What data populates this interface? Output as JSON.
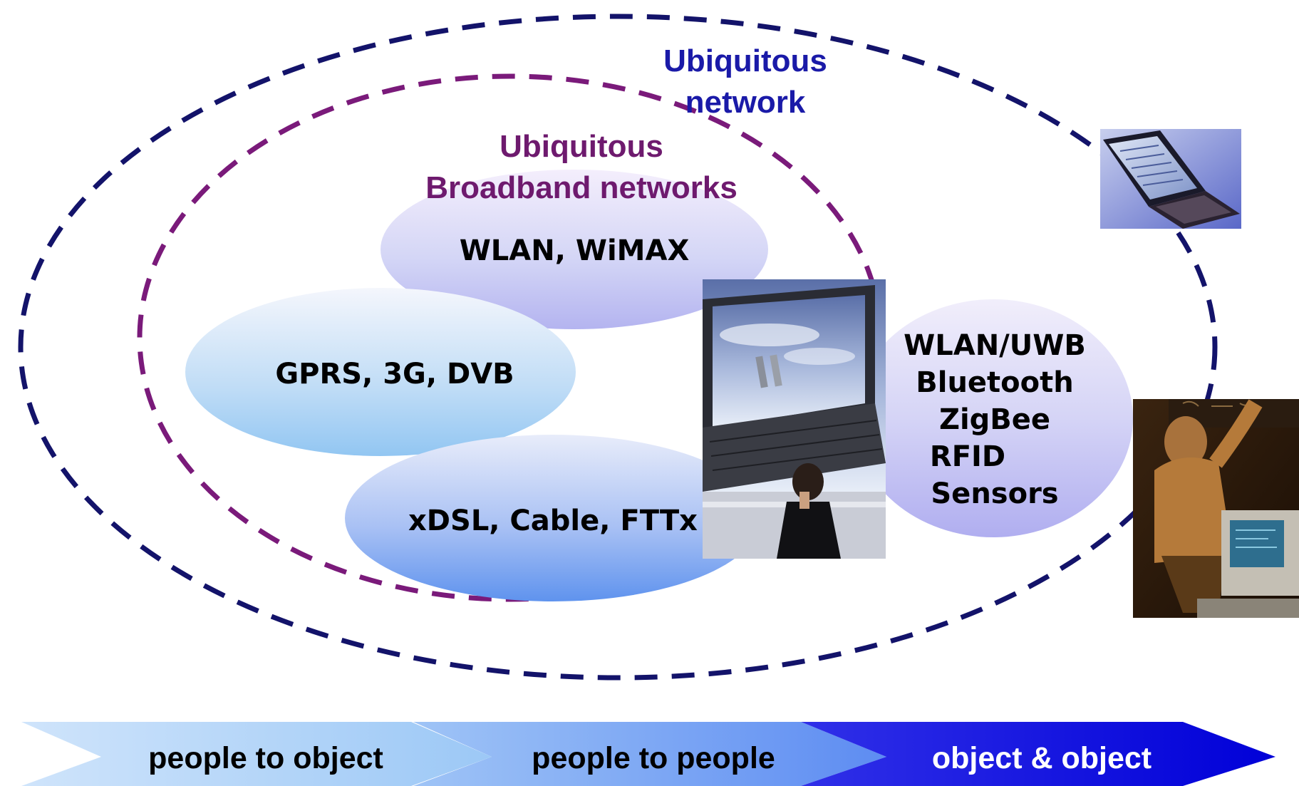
{
  "outer_network": {
    "line1": "Ubiquitous",
    "line2": "network",
    "color": "#1a1aa8",
    "stroke": "#13136a"
  },
  "inner_network": {
    "line1": "Ubiquitous",
    "line2": "Broadband networks",
    "color": "#6e1a6e",
    "stroke": "#7a1a7a"
  },
  "clouds": {
    "wlan": "WLAN, WiMAX",
    "gprs": "GPRS, 3G, DVB",
    "xdsl": "xDSL, Cable, FTTx"
  },
  "short_range": {
    "lines": [
      "WLAN/UWB",
      "Bluetooth",
      "ZigBee",
      "RFID",
      "Sensors"
    ]
  },
  "arrows": [
    {
      "label": "people to object"
    },
    {
      "label": "people to people"
    },
    {
      "label": "object & object"
    }
  ],
  "photos": [
    {
      "name": "laptop-photo"
    },
    {
      "name": "tablet-device-photo"
    },
    {
      "name": "person-at-computer-photo"
    }
  ]
}
